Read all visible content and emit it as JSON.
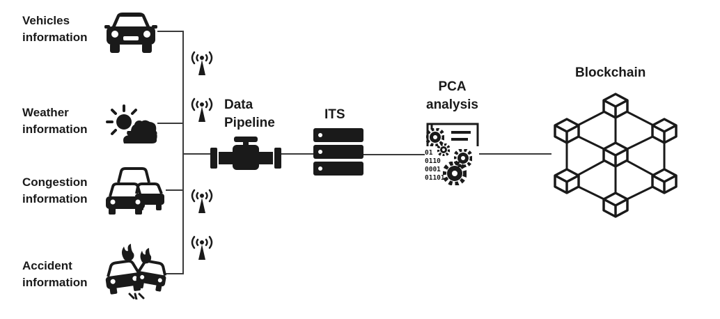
{
  "sources": [
    {
      "line1": "Vehicles",
      "line2": "information",
      "icon": "car-icon"
    },
    {
      "line1": "Weather",
      "line2": "information",
      "icon": "weather-icon"
    },
    {
      "line1": "Congestion",
      "line2": "information",
      "icon": "traffic-icon"
    },
    {
      "line1": "Accident",
      "line2": "information",
      "icon": "accident-icon"
    }
  ],
  "pipeline": {
    "line1": "Data",
    "line2": "Pipeline",
    "icon": "valve-icon"
  },
  "its": {
    "label": "ITS",
    "icon": "server-icon"
  },
  "pca": {
    "line1": "PCA",
    "line2": "analysis",
    "icon": "data-analysis-icon",
    "binary": [
      "01",
      "0110",
      "0001",
      "01101"
    ]
  },
  "blockchain": {
    "label": "Blockchain",
    "icon": "blockchain-network-icon"
  },
  "colors": {
    "ink": "#1a1a1a",
    "line": "#3a3a3a",
    "background": "#ffffff"
  }
}
